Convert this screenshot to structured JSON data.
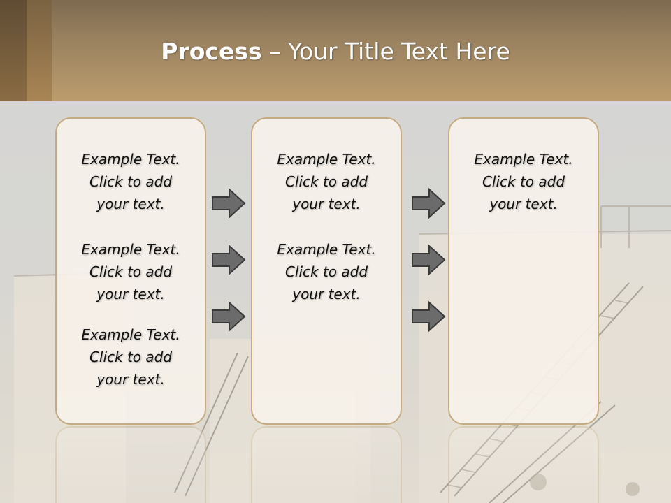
{
  "slide": {
    "title_bold": "Process",
    "title_rest": "– Your Title Text Here"
  },
  "columns": [
    {
      "blocks": [
        [
          "Example Text.",
          "Click  to add",
          "your text."
        ],
        [
          "Example Text.",
          "Click  to add",
          "your text."
        ],
        [
          "Example Text.",
          "Click  to add",
          "your text."
        ]
      ]
    },
    {
      "blocks": [
        [
          "Example Text.",
          "Click  to add",
          "your text."
        ],
        [
          "Example Text.",
          "Click  to add",
          "your text."
        ]
      ]
    },
    {
      "blocks": [
        [
          "Example Text.",
          "Click  to add",
          "your text."
        ]
      ]
    }
  ],
  "colors": {
    "header": "#9a8260",
    "card_border": "#c4ab82",
    "card_fill": "#f5f0e9",
    "arrow_fill": "#6b6b6b"
  },
  "icons": [
    "right-arrow-icon"
  ]
}
